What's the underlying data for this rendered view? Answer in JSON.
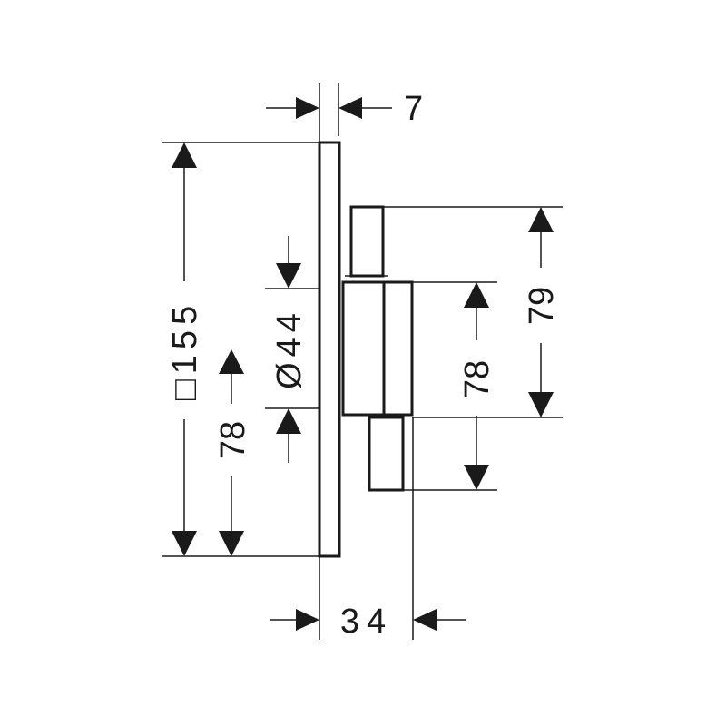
{
  "dimensions": {
    "wall_thickness": "7",
    "plate_square": "□155",
    "center_lower_left": "78",
    "button_diameter": "Ø44",
    "center_lower_right": "78",
    "body_height": "79",
    "depth": "34"
  }
}
